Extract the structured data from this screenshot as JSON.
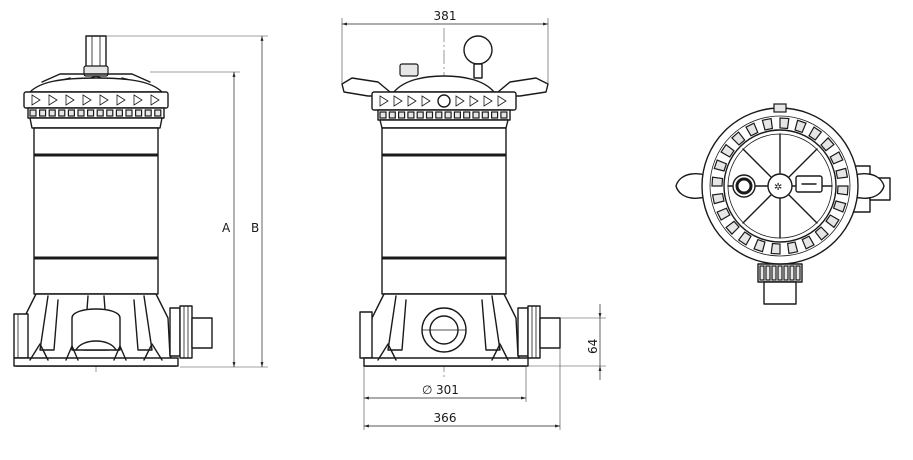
{
  "dimensions": {
    "top_width": "381",
    "label_a": "A",
    "label_b": "B",
    "diameter": "301",
    "diameter_symbol": "∅",
    "base_width": "366",
    "inlet_height": "64"
  },
  "views": [
    "side-view",
    "front-view",
    "top-view"
  ]
}
